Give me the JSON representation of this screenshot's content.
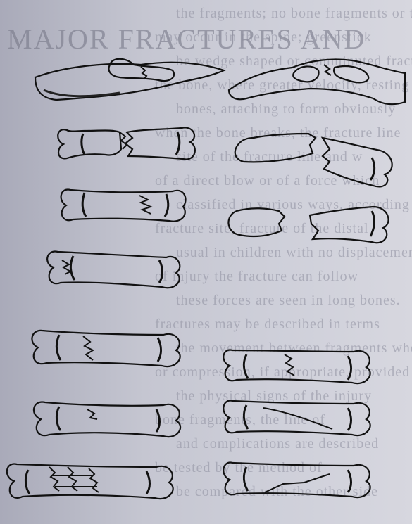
{
  "page": {
    "background_color": "#c8c9d4",
    "ink_color": "#111111",
    "title_bleed": "MAJOR FRACTURES AND",
    "bleed_lines": [
      "the fragments; no bone fragments or the lower teeth in flexion",
      "may occur in the spine; greenstick",
      "be wedge shaped or comminuted fractures of",
      "the bone, where greater velocity, resting structures",
      "bones, attaching to form obviously",
      "when the bone breaks, the fracture line",
      "site of the fracture line and w",
      "of a direct blow or of a force which",
      "classified in various ways, according",
      "fracture site, fracture of the distal",
      "usual in children with no displacement",
      "of injury the fracture can follow",
      "these forces are seen in long bones.",
      "fractures may be described in terms",
      "the movement between fragments when",
      "or compression, if appropriate, provided",
      "the physical signs of the injury",
      "bone fragments, the line of",
      "and complications are described",
      "be tested by the method of",
      "be compared with the other side"
    ]
  },
  "figure": {
    "panels": [
      {
        "id": "greenstick",
        "shape": "greenstick-bent-bone"
      },
      {
        "id": "avulsion",
        "shape": "bent-bone-with-fragment"
      },
      {
        "id": "transverse",
        "shape": "transverse-fracture"
      },
      {
        "id": "oblique-displaced",
        "shape": "oblique-displaced-fracture"
      },
      {
        "id": "spiral",
        "shape": "spiral-fracture"
      },
      {
        "id": "comminuted-displaced",
        "shape": "displaced-jagged-fracture"
      },
      {
        "id": "impacted",
        "shape": "impacted-fracture"
      },
      {
        "id": "butterfly",
        "shape": "butterfly-fragment-fracture"
      },
      {
        "id": "interlocking",
        "shape": "interlocking-fracture"
      },
      {
        "id": "wedge",
        "shape": "wedge-fracture"
      },
      {
        "id": "long-oblique",
        "shape": "long-oblique-fracture"
      },
      {
        "id": "comminuted",
        "shape": "comminuted-fracture"
      },
      {
        "id": "segmental",
        "shape": "segmental-oblique-fracture"
      }
    ]
  }
}
